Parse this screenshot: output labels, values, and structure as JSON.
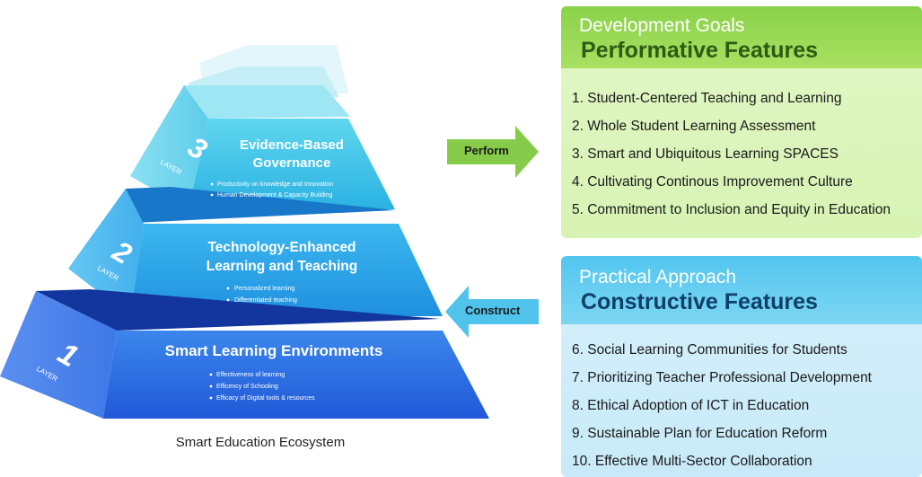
{
  "pyramid": {
    "layer_word": "LAYER",
    "layers": [
      {
        "number": "3",
        "title_lines": [
          "Evidence-Based",
          "Governance"
        ],
        "bullets": [
          "Productivity on knowledge and Innovation",
          "Human Development & Capacity Building"
        ]
      },
      {
        "number": "2",
        "title_lines": [
          "Technology-Enhanced",
          "Learning and Teaching"
        ],
        "bullets": [
          "Personalized learning",
          "Differentiated teaching"
        ]
      },
      {
        "number": "1",
        "title_lines": [
          "Smart Learning Environments"
        ],
        "bullets": [
          "Effectiveness of learning",
          "Efficency of Schooling",
          "Efficacy of Digital tools & resources"
        ]
      }
    ],
    "caption": "Smart Education Ecosystem"
  },
  "arrows": {
    "perform": "Perform",
    "construct": "Construct"
  },
  "goals": {
    "subtitle": "Development Goals",
    "title": "Performative Features",
    "items": [
      "1. Student-Centered Teaching and Learning",
      "2. Whole Student Learning Assessment",
      "3. Smart and Ubiquitous Learning SPACES",
      "4. Cultivating Continous Improvement Culture",
      "5. Commitment to Inclusion and Equity in Education"
    ]
  },
  "approach": {
    "subtitle": "Practical Approach",
    "title": "Constructive Features",
    "items": [
      "6. Social Learning Communities for Students",
      "7. Prioritizing Teacher Professional Development",
      "8. Ethical Adoption of  ICT in Education",
      "9. Sustainable Plan for Education Reform",
      "10. Effective Multi-Sector Collaboration"
    ]
  },
  "colors": {
    "goals_accent": "#8ad24a",
    "approach_accent": "#53c6ef",
    "layer1": "#2e6fe0",
    "layer2": "#2ba6e6",
    "layer3": "#34bde0"
  }
}
